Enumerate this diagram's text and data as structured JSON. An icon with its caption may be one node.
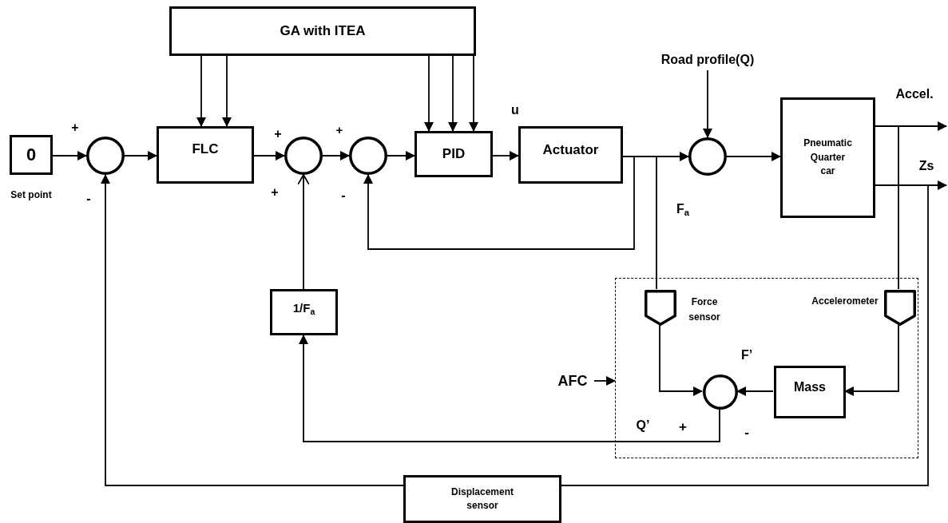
{
  "diagram": {
    "nodes": [
      {
        "text": [
          "GA with ITEA"
        ]
      },
      {
        "text": [
          "Road profile(Q)"
        ]
      },
      {
        "text": [
          "0"
        ],
        "beside": [
          "Set point"
        ]
      },
      {
        "text": [],
        "shape": "circle"
      },
      {
        "text": [
          "FLC"
        ]
      },
      {
        "text": [],
        "shape": "circle"
      },
      {
        "text": [],
        "shape": "circle"
      },
      {
        "text": [
          "PID"
        ]
      },
      {
        "text": [
          "Actuator"
        ]
      },
      {
        "text": [],
        "shape": "circle"
      },
      {
        "text": [
          "Pneumatic Quarter car"
        ]
      },
      {
        "text": [
          "1/F$_{a}$"
        ]
      },
      {
        "text": [
          "AFC"
        ]
      },
      {
        "text": [],
        "shape": "box"
      },
      {
        "text": [],
        "shape": "pentagon",
        "in": 13,
        "beside": [
          "Force sensor"
        ]
      },
      {
        "text": [],
        "shape": "pentagon",
        "in": 13,
        "beside": [
          "Accelerometer"
        ]
      },
      {
        "text": [],
        "shape": "circle",
        "in": 13
      },
      {
        "text": [
          "Mass"
        ],
        "in": 13
      },
      {
        "text": [
          "Displacement sensor"
        ]
      }
    ],
    "edges": [
      {
        "from": 0,
        "to": 4,
        "arrow": "to"
      },
      {
        "from": 0,
        "to": 4,
        "arrow": "to"
      },
      {
        "from": 0,
        "to": 7,
        "arrow": "to"
      },
      {
        "from": 0,
        "to": 7,
        "arrow": "to"
      },
      {
        "from": 0,
        "to": 7,
        "arrow": "to"
      },
      {
        "from": 2,
        "to": 3,
        "arrow": "to"
      },
      {
        "from": 3,
        "to": 4,
        "arrow": "to"
      },
      {
        "from": 4,
        "to": 5,
        "arrow": "to"
      },
      {
        "from": 5,
        "to": 6,
        "arrow": "to"
      },
      {
        "from": 6,
        "to": 7,
        "arrow": "to"
      },
      {
        "from": 7,
        "to": 8,
        "arrow": "to"
      },
      {
        "from": 8,
        "to": 9,
        "arrow": "to"
      },
      {
        "from": 8,
        "to": 6,
        "arrow": "to"
      },
      {
        "from": 8,
        "to": 14,
        "arrow": "none"
      },
      {
        "from": 1,
        "to": 9,
        "arrow": "to"
      },
      {
        "from": 9,
        "to": 10,
        "arrow": "to"
      },
      {
        "from": 10,
        "to": null,
        "arrow": "to"
      },
      {
        "from": 10,
        "to": null,
        "arrow": "to"
      },
      {
        "from": 10,
        "to": 15,
        "arrow": "none"
      },
      {
        "from": 10,
        "to": 18,
        "arrow": "none"
      },
      {
        "from": 18,
        "to": 3,
        "arrow": "to"
      },
      {
        "from": 14,
        "to": 16,
        "arrow": "to"
      },
      {
        "from": 15,
        "to": 17,
        "arrow": "to"
      },
      {
        "from": 17,
        "to": 16,
        "arrow": "to"
      },
      {
        "from": 16,
        "to": 11,
        "arrow": "to"
      },
      {
        "from": 11,
        "to": 5,
        "arrow": "to"
      },
      {
        "from": 12,
        "to": 13,
        "arrow": "to"
      }
    ],
    "labels": [
      "Accel.",
      "u",
      "+",
      "+",
      "+",
      "Zs",
      "+",
      "-",
      "-",
      "F$_{a}$",
      "F’",
      "Q’",
      "+",
      "-"
    ]
  }
}
